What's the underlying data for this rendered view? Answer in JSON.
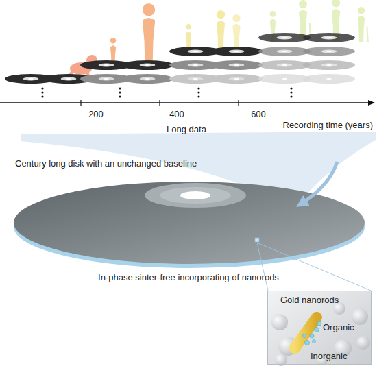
{
  "diagram": {
    "nodes": [
      {
        "text": [
          "Gold nanorods",
          "Organic",
          "Inorganic"
        ]
      }
    ],
    "labels": [
      "200",
      "400",
      "600",
      "Long data",
      "Recording time (years)",
      "Century long disk with an unchanged baseline",
      "In-phase sinter-free incorporating of nanorods"
    ]
  }
}
